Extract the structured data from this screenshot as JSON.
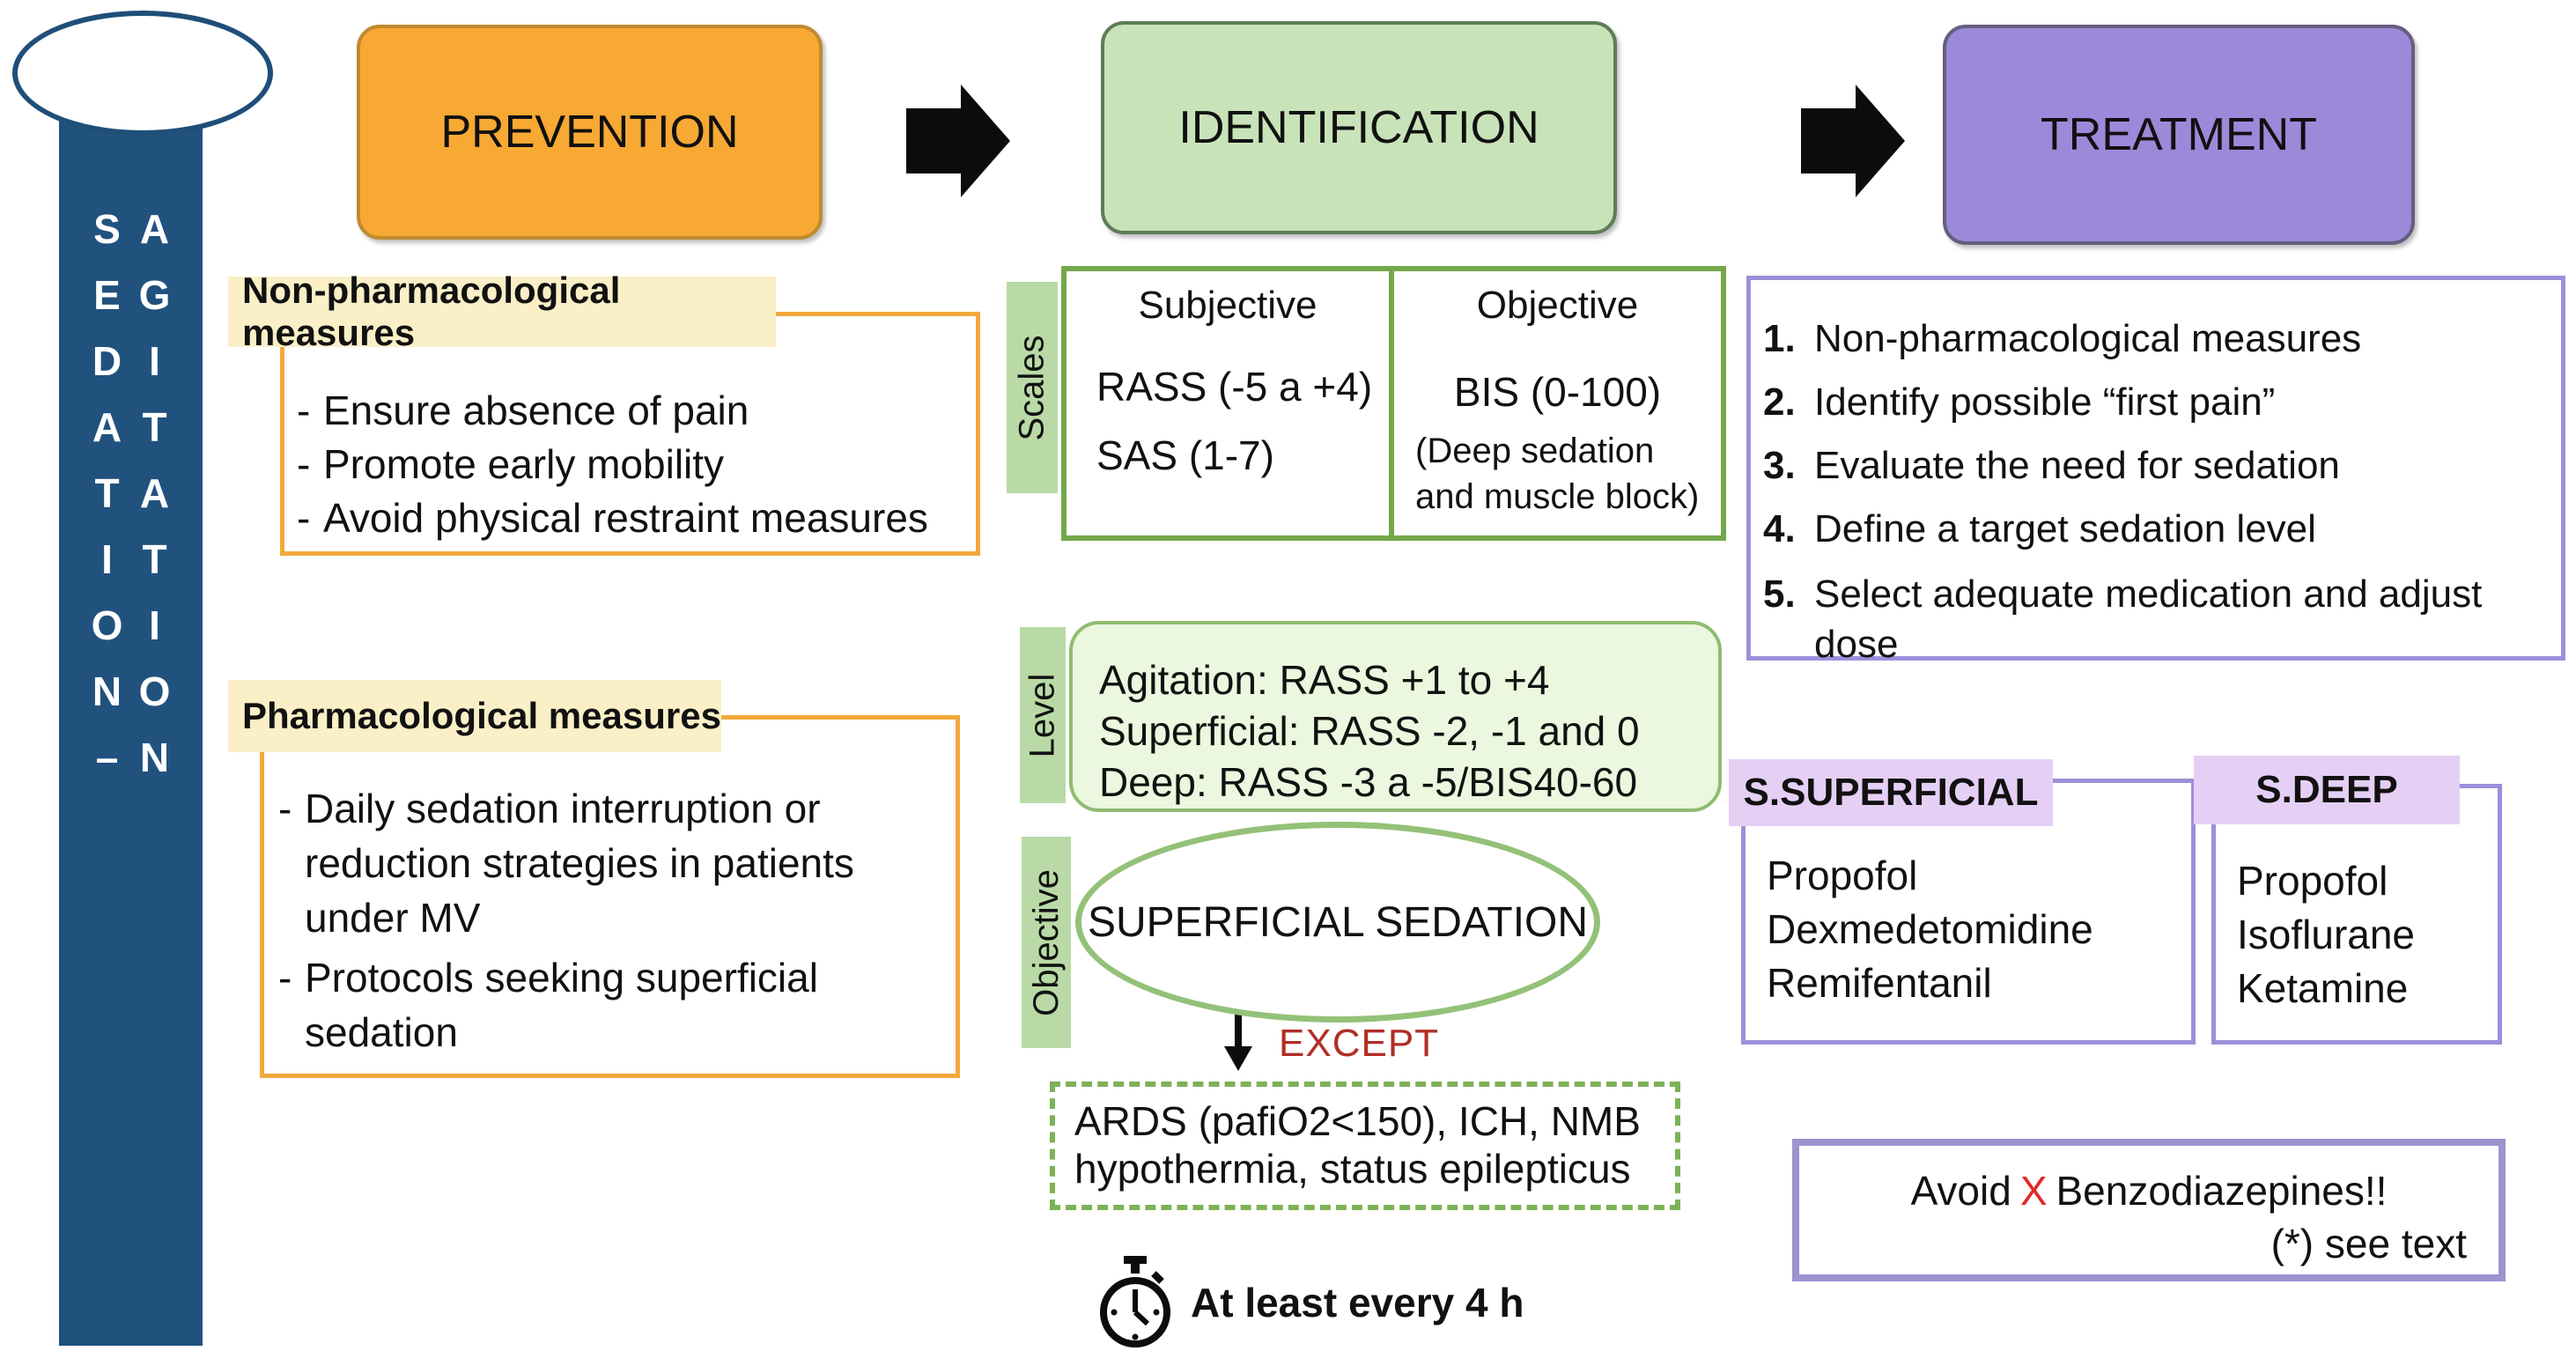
{
  "sidebar": {
    "vertical_text": "SEDATION–AGITATION"
  },
  "flow": {
    "prevention_label": "PREVENTION",
    "identification_label": "IDENTIFICATION",
    "treatment_label": "TREATMENT"
  },
  "prevention": {
    "nonpharm": {
      "title": "Non-pharmacological measures",
      "items": [
        {
          "bullet": "-",
          "text": "Ensure absence of pain"
        },
        {
          "bullet": "-",
          "text": "Promote early mobility"
        },
        {
          "bullet": "-",
          "text": "Avoid physical restraint measures"
        }
      ]
    },
    "pharm": {
      "title": "Pharmacological measures",
      "items": [
        {
          "bullet": "-",
          "text": "Daily sedation interruption or reduction strategies in patients under MV"
        },
        {
          "bullet": "-",
          "text": "Protocols seeking superficial sedation"
        }
      ]
    }
  },
  "identification": {
    "scales": {
      "tab": "Scales",
      "subjective": {
        "header": "Subjective",
        "row1": "RASS (-5 a +4)",
        "row2": "SAS (1-7)"
      },
      "objective": {
        "header": "Objective",
        "row1": "BIS (0-100)",
        "row2": "(Deep sedation and muscle block)"
      }
    },
    "level": {
      "tab": "Level",
      "rows": [
        "Agitation: RASS +1 to +4",
        "Superficial: RASS -2, -1 and 0",
        "Deep: RASS -3 a -5/BIS40-60"
      ]
    },
    "objective": {
      "tab": "Objective",
      "ellipse_label": "SUPERFICIAL SEDATION",
      "except_label": "EXCEPT",
      "exceptions_line1": "ARDS (pafiO2<150), ICH, NMB",
      "exceptions_line2": "hypothermia, status epilepticus"
    },
    "frequency_note": "At least every 4 h"
  },
  "treatment": {
    "steps": [
      {
        "num": "1.",
        "text": "Non-pharmacological measures"
      },
      {
        "num": "2.",
        "text": "Identify possible “first pain”"
      },
      {
        "num": "3.",
        "text": "Evaluate the need for sedation"
      },
      {
        "num": "4.",
        "text": "Define a target sedation level"
      },
      {
        "num": "5.",
        "text": "Select adequate medication and adjust dose"
      }
    ],
    "superficial": {
      "title": "S.SUPERFICIAL",
      "drugs": [
        "Propofol",
        "Dexmedetomidine",
        "Remifentanil"
      ]
    },
    "deep": {
      "title": "S.DEEP",
      "drugs": [
        "Propofol",
        "Isoflurane",
        "Ketamine"
      ]
    },
    "avoid": {
      "word_avoid": "Avoid",
      "x_mark": "X",
      "word_rest": "Benzodiazepines!!",
      "note": "(*) see text"
    }
  },
  "colors": {
    "sidebar_blue": "#21527E",
    "prevention_orange": "#F7A934",
    "identification_green": "#C8E3B9",
    "treatment_purple": "#9D89DA",
    "title_band_yellow": "#FAEFC7",
    "measure_border_orange": "#F2A93B",
    "tab_green": "#B9DAA6",
    "table_border_green": "#74A84C",
    "level_fill_green": "#EBF7DE",
    "drug_band_purple": "#E5CFF5",
    "purple_border": "#9C8FD9",
    "except_red": "#B02E26",
    "x_red": "#E32726"
  }
}
